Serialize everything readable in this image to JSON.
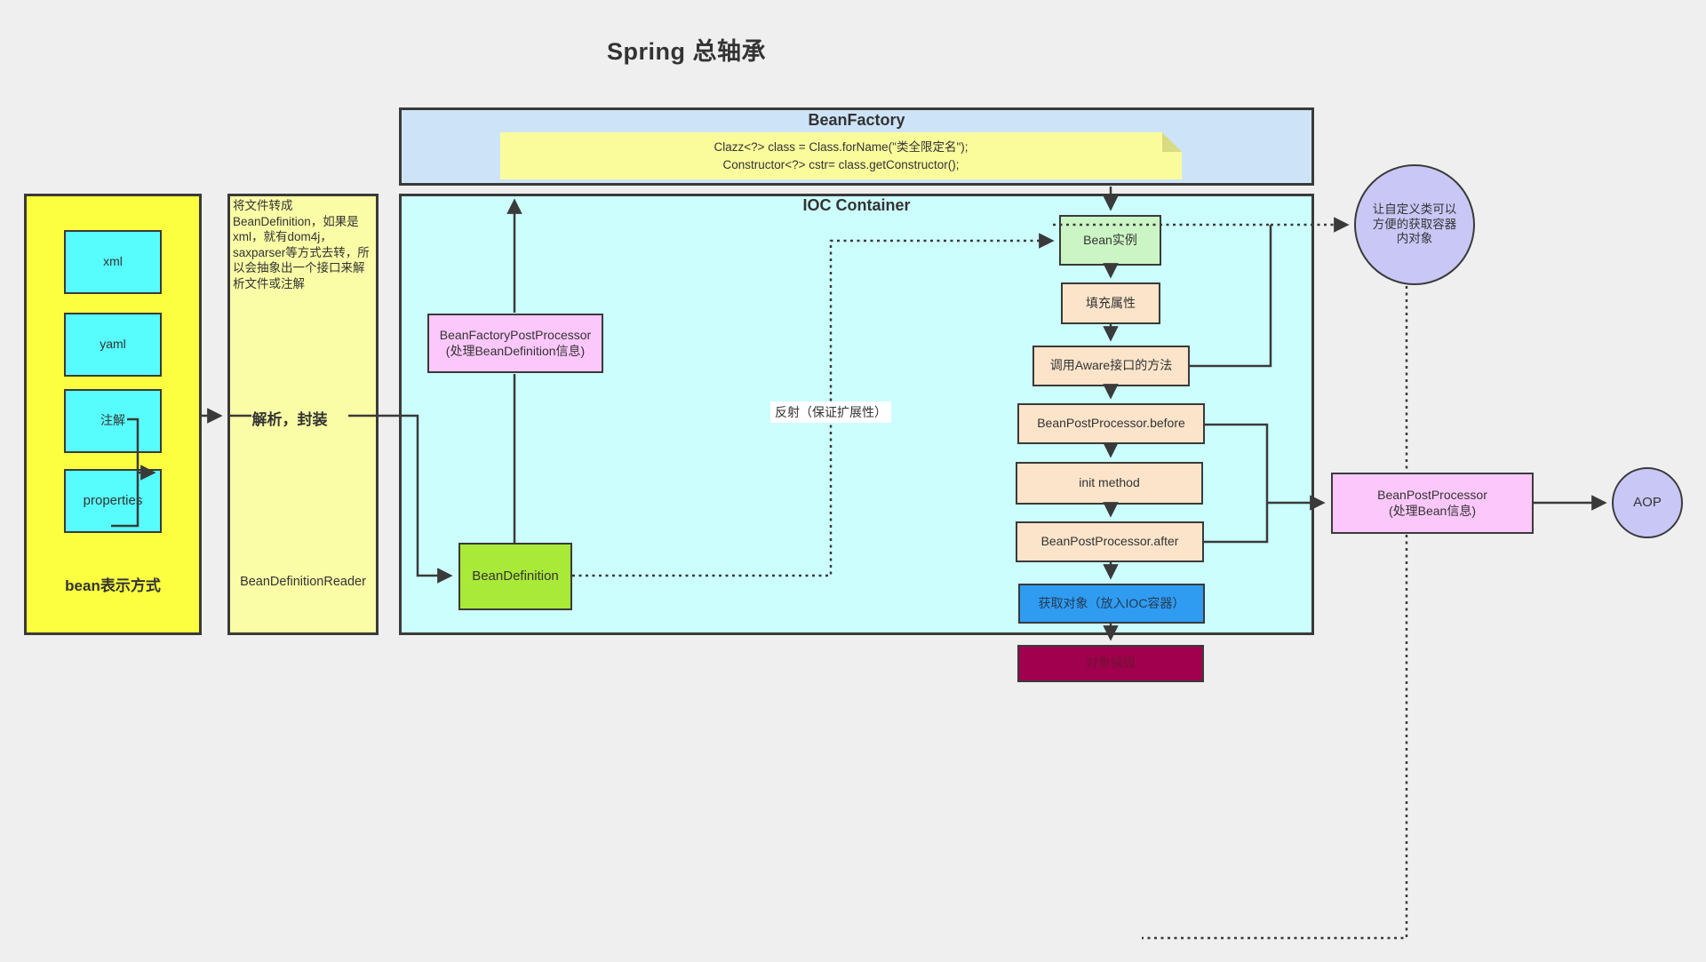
{
  "title": "Spring 总轴承",
  "panel_bean_sources": {
    "label": "bean表示方式",
    "items": {
      "xml": "xml",
      "yaml": "yaml",
      "annotation": "注解",
      "properties": "properties"
    }
  },
  "panel_reader": {
    "note": "将文件转成BeanDefinition，如果是xml，就有dom4j，saxparser等方式去转，所以会抽象出一个接口来解析文件或注解",
    "action": "解析，封装",
    "label": "BeanDefinitionReader"
  },
  "bean_factory": {
    "title": "BeanFactory",
    "code_line1": "Clazz<?> class = Class.forName(\"类全限定名\");",
    "code_line2": "Constructor<?> cstr= class.getConstructor();"
  },
  "ioc": {
    "title": "IOC Container",
    "bfpp_line1": "BeanFactoryPostProcessor",
    "bfpp_line2": "(处理BeanDefinition信息)",
    "bean_definition": "BeanDefinition",
    "reflection_label": "反射（保证扩展性）",
    "flow": {
      "bean_instance": "Bean实例",
      "fill_properties": "填充属性",
      "aware": "调用Aware接口的方法",
      "bpp_before": "BeanPostProcessor.before",
      "init_method": "init method",
      "bpp_after": "BeanPostProcessor.after",
      "get_object": "获取对象（放入IOC容器）"
    }
  },
  "destroy": "对象销毁",
  "right_side": {
    "custom_circle": "让自定义类可以方便的获取容器内对象",
    "bpp_line1": "BeanPostProcessor",
    "bpp_line2": "(处理Bean信息)",
    "aop": "AOP"
  },
  "colors": {
    "background": "#efefef",
    "panel_yellow": "#fbff3f",
    "panel_light_yellow": "#fafda6",
    "cyan_node": "#57fdfd",
    "beanfactory_blue": "#cde4f8",
    "ioc_cyan": "#ccfefd",
    "note_yellow": "#fafc9c",
    "pink_node": "#fcc7fb",
    "green_node": "#a9e938",
    "light_green_node": "#cbf5c4",
    "peach_node": "#fbe4ca",
    "blue_node": "#2f9cf2",
    "crimson_node": "#a0004e",
    "lavender_node": "#c9c7f5",
    "line": "#3a3a3a"
  }
}
